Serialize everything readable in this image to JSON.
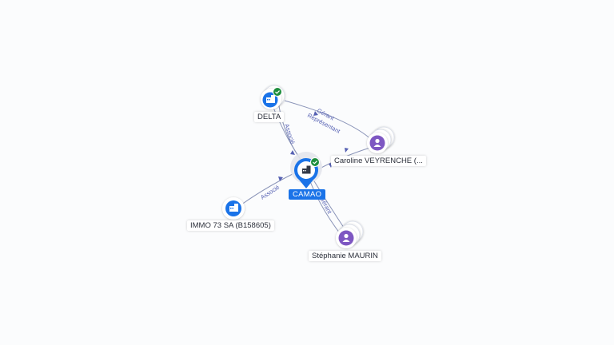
{
  "nodes": {
    "camao": {
      "label": "CAMAO",
      "type": "company",
      "main": true,
      "verified": true
    },
    "delta": {
      "label": "DELTA",
      "type": "company",
      "verified": true
    },
    "immo": {
      "label": "IMMO 73 SA (B158605)",
      "type": "company"
    },
    "caroline": {
      "label": "Caroline VEYRENCHE (...",
      "type": "person"
    },
    "stephanie": {
      "label": "Stéphanie MAURIN",
      "type": "person"
    }
  },
  "edges": {
    "delta_camao": {
      "label": "Associé"
    },
    "immo_camao": {
      "label": "Associé"
    },
    "caroline_delta_1": {
      "label": "Gérant"
    },
    "caroline_delta_2": {
      "label": "Représentant"
    },
    "stephanie_camao": {
      "label": "Gérant"
    }
  },
  "colors": {
    "company": "#1a73e8",
    "person": "#7e57c2",
    "verified": "#1e8e3e",
    "edge": "#8a94b8"
  },
  "icons": {
    "company": "building-icon",
    "person": "person-icon",
    "verified": "check-badge-icon",
    "arrow": "arrow-icon"
  }
}
